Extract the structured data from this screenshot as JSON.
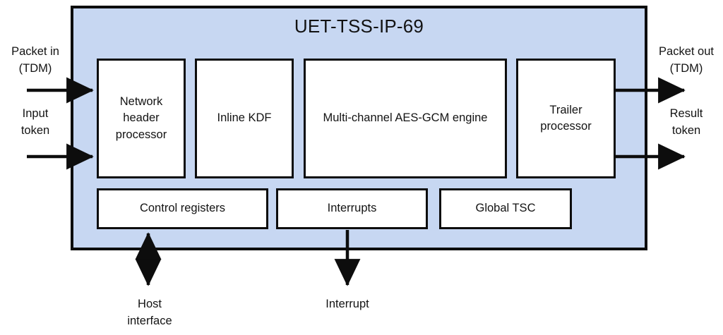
{
  "diagram": {
    "title": "UET-TSS-IP-69",
    "container_fill": "#c7d7f2",
    "border_color": "#0d0d0d",
    "block_fill": "#ffffff",
    "pipeline_blocks": [
      {
        "id": "network-header-processor",
        "label": "Network\nheader\nprocessor"
      },
      {
        "id": "inline-kdf",
        "label": "Inline KDF"
      },
      {
        "id": "aes-gcm-engine",
        "label": "Multi-channel\nAES-GCM engine"
      },
      {
        "id": "trailer-processor",
        "label": "Trailer\nprocessor"
      }
    ],
    "support_blocks": [
      {
        "id": "control-registers",
        "label": "Control registers"
      },
      {
        "id": "interrupts",
        "label": "Interrupts"
      },
      {
        "id": "global-tsc",
        "label": "Global TSC"
      }
    ],
    "ports": {
      "packet_in": "Packet in\n(TDM)",
      "input_token": "Input\ntoken",
      "packet_out": "Packet out\n(TDM)",
      "result_token": "Result\ntoken",
      "host_interface": "Host\ninterface",
      "interrupt": "Interrupt"
    },
    "connectors": [
      {
        "id": "packet-in-arrow",
        "direction": "right",
        "heads": 1
      },
      {
        "id": "input-token-arrow",
        "direction": "right",
        "heads": 1
      },
      {
        "id": "packet-out-arrow",
        "direction": "right",
        "heads": 1
      },
      {
        "id": "result-token-arrow",
        "direction": "right",
        "heads": 1
      },
      {
        "id": "host-interface-arrow",
        "direction": "bidirectional",
        "heads": 2
      },
      {
        "id": "interrupt-arrow",
        "direction": "down",
        "heads": 1
      }
    ]
  }
}
